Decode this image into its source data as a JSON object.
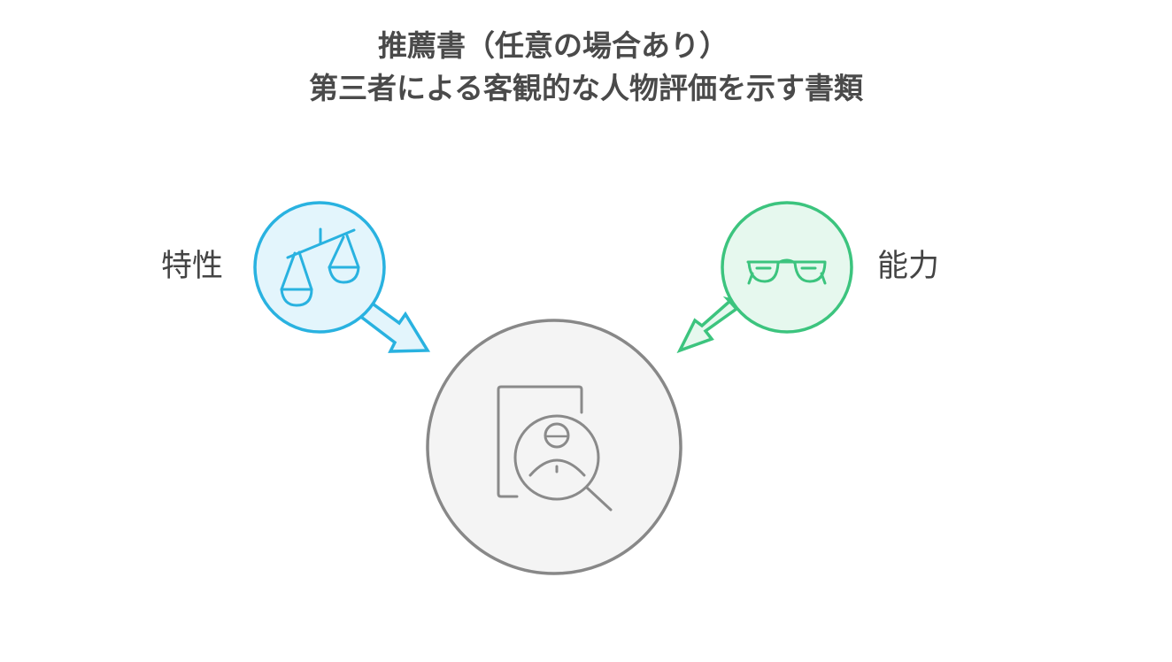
{
  "title": {
    "line1": "推薦書（任意の場合あり）",
    "line2": "第三者による客観的な人物評価を示す書類"
  },
  "nodes": {
    "left": {
      "label": "特性",
      "icon": "balance-scale-icon",
      "color": "#29b2e0",
      "fill": "#e3f5fc"
    },
    "right": {
      "label": "能力",
      "icon": "glasses-icon",
      "color": "#3cc47e",
      "fill": "#e6f8ee"
    },
    "center": {
      "icon": "document-person-search-icon",
      "color": "#888888",
      "fill": "#f4f4f4"
    }
  }
}
